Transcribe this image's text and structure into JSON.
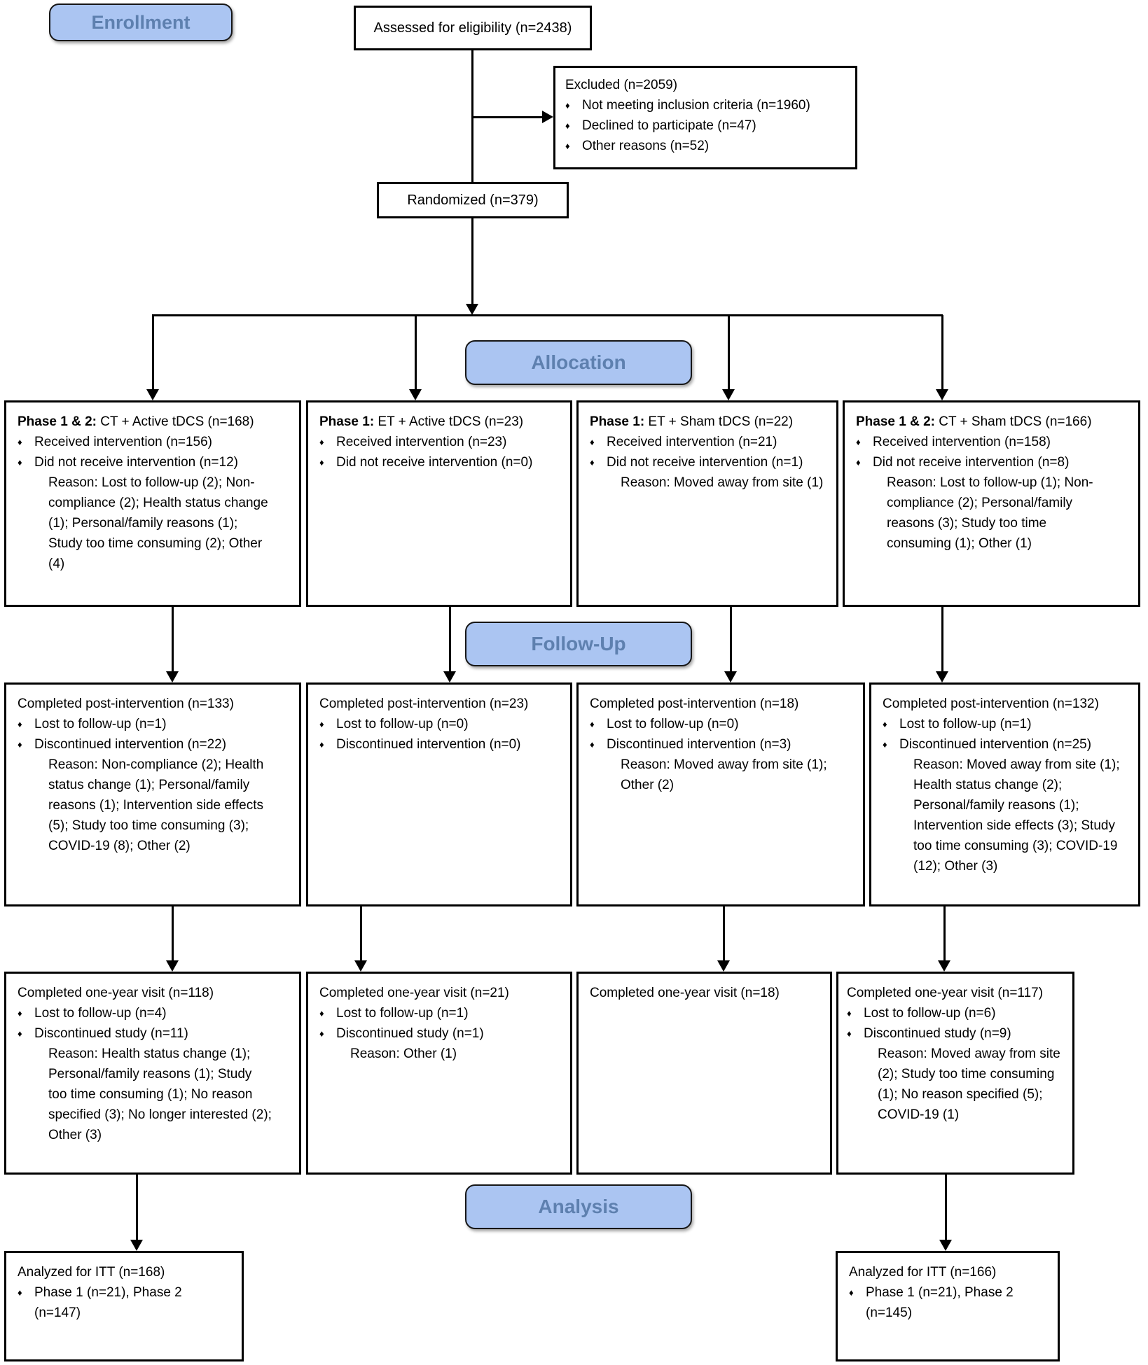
{
  "glyphs": {
    "bullet": "♦"
  },
  "colors": {
    "pill_fill": "#abc5f2",
    "pill_text": "#5e80af",
    "box_border": "#000000",
    "line": "#000000",
    "background": "#ffffff"
  },
  "pills": {
    "enrollment": "Enrollment",
    "allocation": "Allocation",
    "follow_up": "Follow-Up",
    "analysis": "Analysis"
  },
  "enrollment": {
    "assessed": "Assessed for eligibility (n=2438)",
    "excluded": {
      "title": "Excluded (n=2059)",
      "items": [
        "Not meeting inclusion criteria (n=1960)",
        "Declined to participate (n=47)",
        "Other reasons (n=52)"
      ]
    },
    "randomized": "Randomized (n=379)"
  },
  "allocation_row": [
    {
      "title_bold": "Phase 1 & 2:",
      "title_rest": " CT + Active tDCS (n=168)",
      "bullets": [
        "Received intervention (n=156)",
        "Did not receive intervention (n=12)"
      ],
      "reason": "Reason: Lost to follow-up (2); Non-compliance (2); Health status change (1); Personal/family reasons (1); Study too time consuming (2); Other (4)"
    },
    {
      "title_bold": "Phase 1:",
      "title_rest": " ET + Active tDCS (n=23)",
      "bullets": [
        "Received intervention (n=23)",
        "Did not receive intervention (n=0)"
      ],
      "reason": ""
    },
    {
      "title_bold": "Phase 1:",
      "title_rest": " ET + Sham tDCS (n=22)",
      "bullets": [
        "Received intervention (n=21)",
        "Did not receive intervention (n=1)"
      ],
      "reason": "Reason: Moved away from site (1)"
    },
    {
      "title_bold": "Phase 1 & 2:",
      "title_rest": " CT + Sham tDCS (n=166)",
      "bullets": [
        "Received intervention (n=158)",
        "Did not receive intervention (n=8)"
      ],
      "reason": "Reason: Lost to follow-up (1); Non-compliance (2); Personal/family reasons (3); Study too time consuming (1); Other (1)"
    }
  ],
  "followup_row": [
    {
      "title": "Completed post-intervention (n=133)",
      "bullets": [
        "Lost to follow-up (n=1)",
        "Discontinued intervention (n=22)"
      ],
      "reason": "Reason: Non-compliance (2); Health status change (1); Personal/family reasons (1); Intervention side effects (5); Study too time consuming (3); COVID-19 (8); Other (2)"
    },
    {
      "title": "Completed post-intervention (n=23)",
      "bullets": [
        "Lost to follow-up (n=0)",
        "Discontinued intervention (n=0)"
      ],
      "reason": ""
    },
    {
      "title": "Completed post-intervention (n=18)",
      "bullets": [
        "Lost to follow-up (n=0)",
        "Discontinued intervention (n=3)"
      ],
      "reason": "Reason: Moved away from site (1); Other (2)"
    },
    {
      "title": "Completed post-intervention (n=132)",
      "bullets": [
        "Lost to follow-up (n=1)",
        "Discontinued intervention (n=25)"
      ],
      "reason": "Reason: Moved away from site (1); Health status change (2); Personal/family reasons (1); Intervention side effects (3); Study too time consuming (3); COVID-19 (12); Other (3)"
    }
  ],
  "oneyear_row": [
    {
      "title": "Completed one-year visit (n=118)",
      "bullets": [
        "Lost to follow-up (n=4)",
        "Discontinued study (n=11)"
      ],
      "reason": "Reason: Health status change (1); Personal/family reasons (1); Study too time consuming (1); No reason specified (3); No longer interested (2); Other (3)"
    },
    {
      "title": "Completed one-year visit (n=21)",
      "bullets": [
        "Lost to follow-up (n=1)",
        "Discontinued study (n=1)"
      ],
      "reason": "Reason: Other (1)"
    },
    {
      "title": "Completed one-year visit (n=18)",
      "bullets": [],
      "reason": ""
    },
    {
      "title": "Completed one-year visit (n=117)",
      "bullets": [
        "Lost to follow-up (n=6)",
        "Discontinued study (n=9)"
      ],
      "reason": "Reason: Moved away from site (2); Study too time consuming (1); No reason specified (5); COVID-19 (1)"
    }
  ],
  "analysis_row": [
    {
      "title": "Analyzed for ITT (n=168)",
      "bullets": [
        "Phase 1 (n=21), Phase 2 (n=147)"
      ]
    },
    {
      "title": "Analyzed for ITT (n=166)",
      "bullets": [
        "Phase 1 (n=21), Phase 2 (n=145)"
      ]
    }
  ]
}
